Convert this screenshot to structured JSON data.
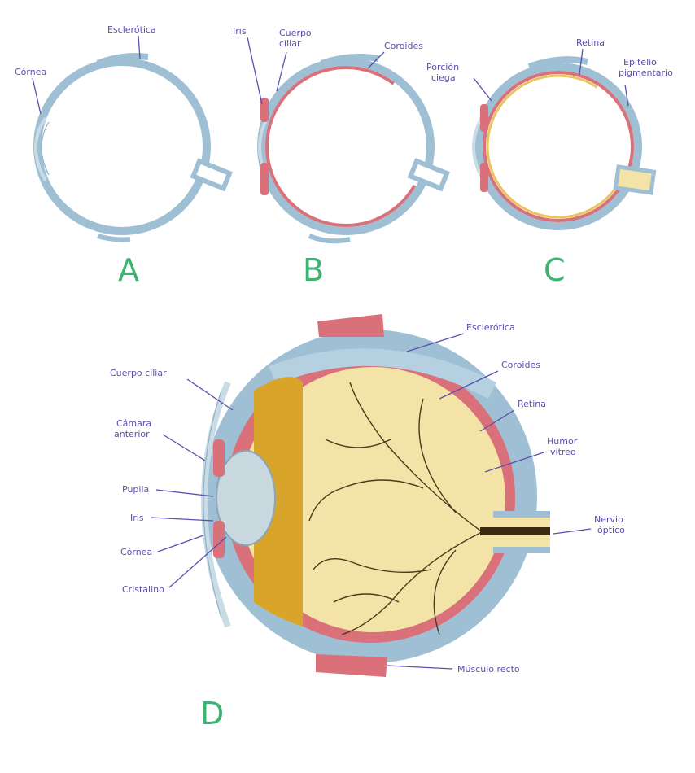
{
  "panels": {
    "A": {
      "letter": "A",
      "labels": {
        "esclerotica": "Esclerótica",
        "cornea": "Córnea"
      }
    },
    "B": {
      "letter": "B",
      "labels": {
        "iris": "Iris",
        "cuerpo_ciliar": "Cuerpo\nciliar",
        "coroides": "Coroides"
      }
    },
    "C": {
      "letter": "C",
      "labels": {
        "retina": "Retina",
        "porcion_ciega": "Porción\nciega",
        "epitelio_pigmentario": "Epitelio\npigmentario"
      }
    },
    "D": {
      "letter": "D",
      "labels": {
        "esclerotica": "Esclerótica",
        "coroides": "Coroides",
        "retina": "Retina",
        "humor_vitreo": "Humor\nvítreo",
        "nervio_optico": "Nervio\nóptico",
        "musculo_recto": "Músculo recto",
        "cuerpo_ciliar": "Cuerpo ciliar",
        "camara_anterior": "Cámara\nanterior",
        "pupila": "Pupila",
        "iris": "Iris",
        "cornea": "Córnea",
        "cristalino": "Cristalino"
      }
    }
  },
  "colors": {
    "sclera": "#9fbfd4",
    "choroid": "#d9707a",
    "retina_fill": "#f3e3a6",
    "vitreous": "#efe0a0",
    "lens": "#c9d7df",
    "ciliary": "#d8a52a",
    "vessel": "#4a3a1c",
    "label": "#5a4fb0",
    "panel_letter": "#3cb371"
  }
}
